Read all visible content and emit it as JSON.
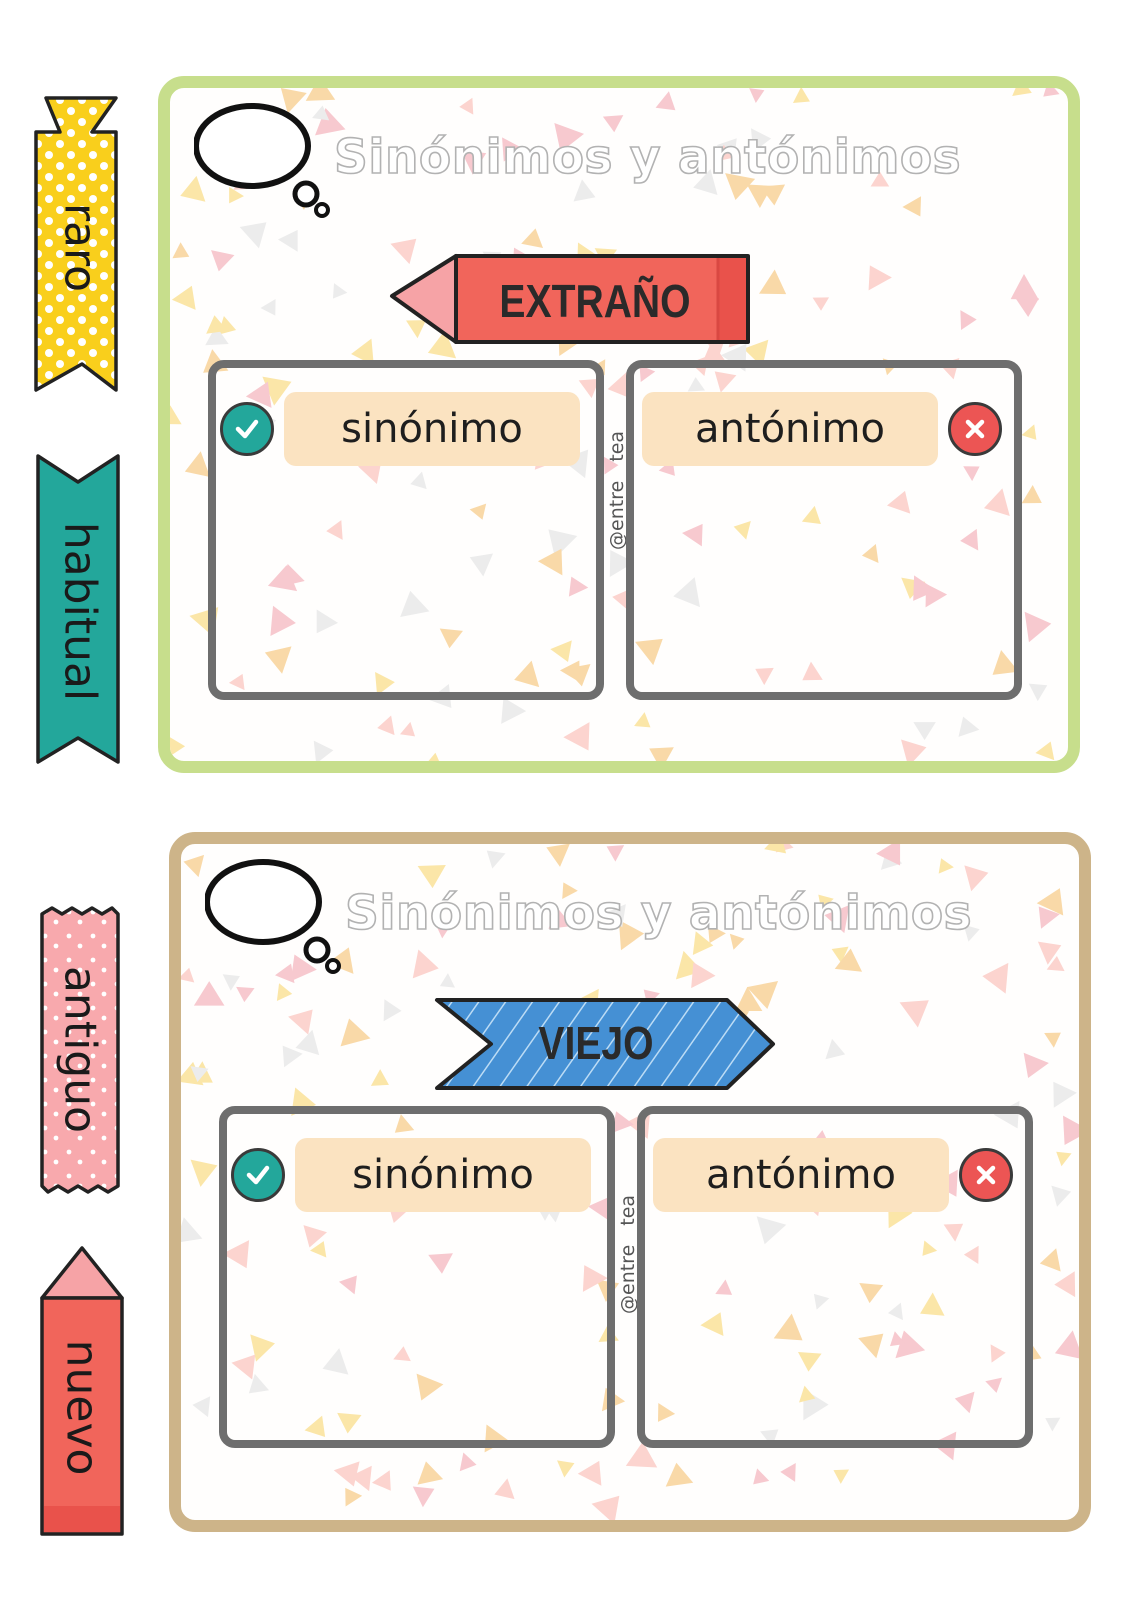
{
  "cards": [
    {
      "title": "Sinónimos y antónimos",
      "word": "EXTRAÑO",
      "synonym_label": "sinónimo",
      "antonym_label": "antónimo",
      "watermark": "@entre__tea"
    },
    {
      "title": "Sinónimos y antónimos",
      "word": "VIEJO",
      "synonym_label": "sinónimo",
      "antonym_label": "antónimo",
      "watermark": "@entre__tea"
    }
  ],
  "side_tags": [
    {
      "text": "raro",
      "color": "#f9cf1c"
    },
    {
      "text": "habitual",
      "color": "#23a79b"
    },
    {
      "text": "antiguo",
      "color": "#f8a9ad"
    },
    {
      "text": "nuevo",
      "color": "#f1655b"
    }
  ],
  "colors": {
    "card1_border": "#c7de8c",
    "card2_border": "#cdb489",
    "label_bg": "#fbe3c1",
    "check": "#23a79b",
    "cross": "#ec5554",
    "pencil": "#f1655b",
    "ribbon": "#4590d4"
  },
  "icons": [
    "thought-bubble-icon",
    "check-icon",
    "cross-icon"
  ]
}
